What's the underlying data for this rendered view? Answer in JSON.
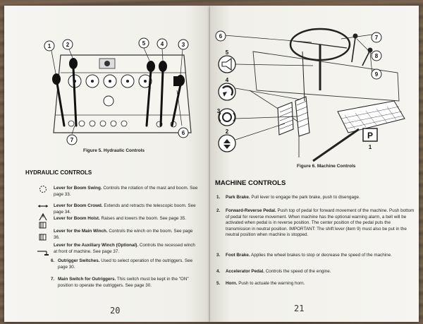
{
  "left_page": {
    "figure_caption": "Figure 5. Hydraulic Controls",
    "callouts": [
      "1",
      "2",
      "5",
      "4",
      "3",
      "6",
      "7"
    ],
    "section_title": "HYDRAULIC CONTROLS",
    "items": [
      {
        "title": "Lever for Boom Swing.",
        "text": " Controls the rotation of the mast and boom. See page 33.",
        "icon": "boom-swing-icon"
      },
      {
        "title": "Lever for Boom Crowd.",
        "text": " Extends and retracts the telescopic boom. See page 34.",
        "icon": "boom-crowd-icon"
      },
      {
        "title": "Lever for Boom Hoist.",
        "text": " Raises and lowers the boom. See page 35.",
        "icon": "boom-hoist-icon"
      },
      {
        "title": "Lever for the Main Winch.",
        "text": " Controls the winch on the boom. See page 36.",
        "icon": "main-winch-icon"
      },
      {
        "title": "Lever for the Auxiliary Winch (Optional).",
        "text": " Controls the recessed winch at front of machine. See page 37.",
        "icon": "auxiliary-winch-icon"
      },
      {
        "num": "6.",
        "title": "Outrigger Switches.",
        "text": " Used to select operation of the outriggers. See page 30.",
        "icon": "outrigger-icon"
      },
      {
        "num": "7.",
        "title": "Main Switch for Outriggers.",
        "text": " This switch must be kept in the \"ON\" position to operate the outriggers. See page 30.",
        "icon": ""
      }
    ],
    "page_number": "20"
  },
  "right_page": {
    "figure_caption": "Figure 6. Machine Controls",
    "callouts": [
      "6",
      "5",
      "4",
      "3",
      "2",
      "7",
      "8",
      "9",
      "1"
    ],
    "park_symbol": "P",
    "section_title": "MACHINE CONTROLS",
    "items": [
      {
        "num": "1.",
        "title": "Park Brake.",
        "text": " Pull lever to engage the park brake, push to disengage."
      },
      {
        "num": "2.",
        "title": "Forward-Reverse Pedal.",
        "text": " Push top of pedal for forward movement of the machine. Push bottom of pedal for reverse movement. When machine has the optional warning alarm, a bell will be activated when pedal is in reverse position. The center position of the pedal puts the transmission in neutral position. IMPORTANT: The shift lever (item 9) must also be put in the neutral position when machine is stopped."
      },
      {
        "num": "3.",
        "title": "Foot Brake.",
        "text": " Applies the wheel brakes to stop or decrease the speed of the machine."
      },
      {
        "num": "4.",
        "title": "Accelerator Pedal.",
        "text": " Controls the speed of the engine."
      },
      {
        "num": "5.",
        "title": "Horn.",
        "text": " Push to actuate the warning horn."
      }
    ],
    "page_number": "21"
  }
}
